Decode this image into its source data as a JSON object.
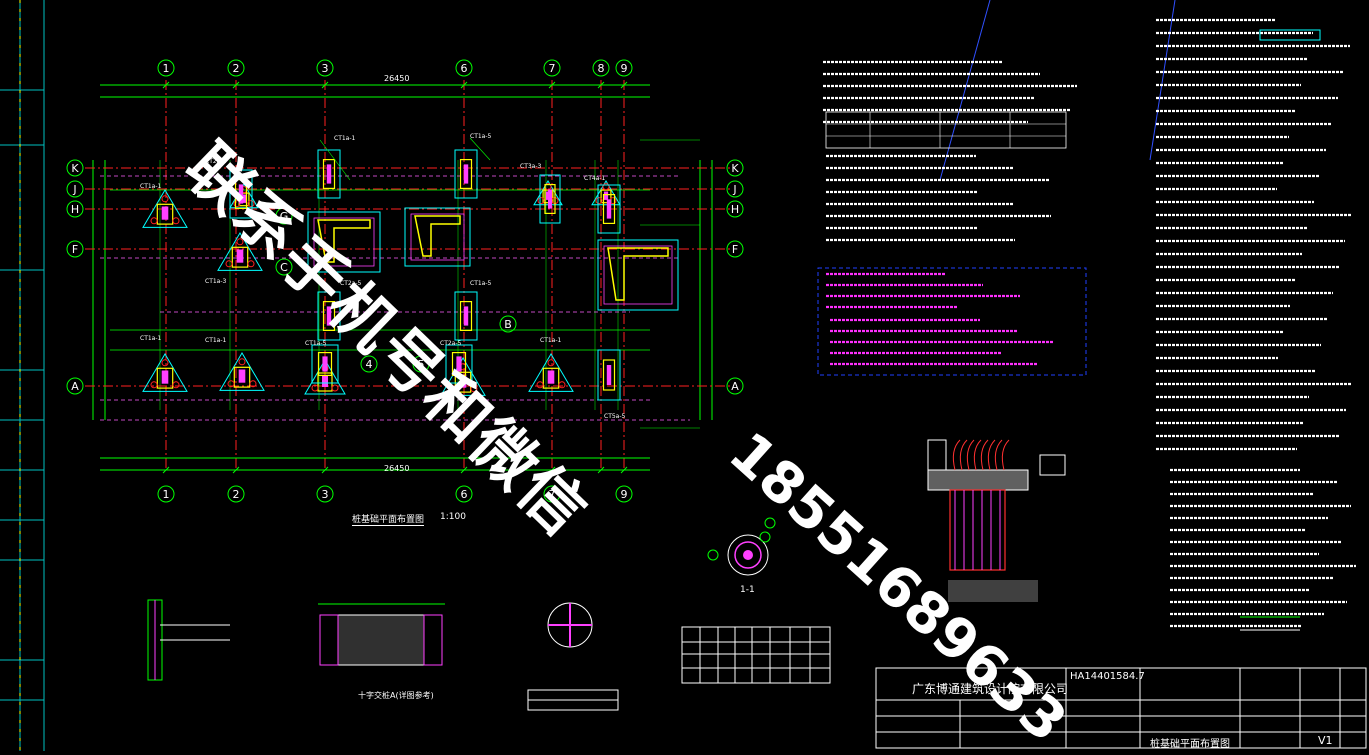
{
  "watermark": {
    "chinese": "联系手机号和微信",
    "phone": "18551689633"
  },
  "plan": {
    "title": "桩基础平面布置图",
    "scale": "1:100",
    "axes_top": [
      "1",
      "2",
      "3",
      "6",
      "7",
      "8",
      "9"
    ],
    "axes_bottom": [
      "1",
      "2",
      "3",
      "6",
      "7",
      "9"
    ],
    "axes_left": [
      "K",
      "J",
      "H",
      "F",
      "A"
    ],
    "axes_right": [
      "K",
      "J",
      "H",
      "F",
      "A"
    ],
    "axes_inner": [
      "G",
      "C",
      "B",
      "4",
      "5"
    ],
    "overall_dimension": "26450"
  },
  "title_block": {
    "company": "广东博通建筑设计院有限公司",
    "project_code": "HA14401584.7",
    "drawing_name": "桩基础平面布置图",
    "revision": "V1"
  },
  "details": {
    "section_label": "1-1",
    "cross_pile_label": "十字交桩A(详图参考)"
  }
}
